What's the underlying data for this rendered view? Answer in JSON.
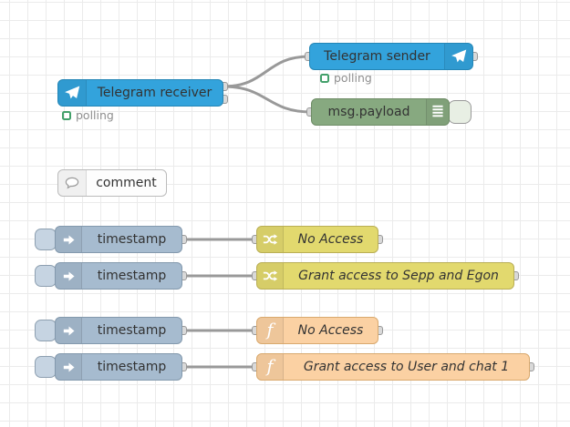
{
  "app": {
    "name": "Node-RED flow editor canvas"
  },
  "colors": {
    "telegram_blue": "#33a3dc",
    "debug_green": "#87a980",
    "inject_gray_blue": "#a6bbcf",
    "switch_yellow": "#e2d96e",
    "function_orange": "#fbd1a3",
    "wire_gray": "#999999",
    "status_green": "#42a06a",
    "grid_line": "#ebebeb"
  },
  "nodes": {
    "receiver": {
      "type": "telegram receiver",
      "label": "Telegram receiver",
      "status": "polling",
      "icon": "telegram-plane-icon",
      "outputs": 2
    },
    "sender": {
      "type": "telegram sender",
      "label": "Telegram sender",
      "status": "polling",
      "icon": "telegram-plane-icon",
      "outputs": 1
    },
    "debug": {
      "type": "debug",
      "label": "msg.payload",
      "icon": "list-icon"
    },
    "comment": {
      "type": "comment",
      "label": "comment",
      "icon": "speech-bubble-icon"
    },
    "inject1": {
      "type": "inject",
      "label": "timestamp",
      "icon": "arrow-right-icon"
    },
    "inject2": {
      "type": "inject",
      "label": "timestamp",
      "icon": "arrow-right-icon"
    },
    "inject3": {
      "type": "inject",
      "label": "timestamp",
      "icon": "arrow-right-icon"
    },
    "inject4": {
      "type": "inject",
      "label": "timestamp",
      "icon": "arrow-right-icon"
    },
    "switch1": {
      "type": "switch",
      "label": "No Access",
      "icon": "shuffle-icon"
    },
    "switch2": {
      "type": "switch",
      "label": "Grant access to Sepp and Egon",
      "icon": "shuffle-icon"
    },
    "function1": {
      "type": "function",
      "label": "No Access",
      "icon": "function-f-icon"
    },
    "function2": {
      "type": "function",
      "label": "Grant access to User and chat 1",
      "icon": "function-f-icon"
    }
  },
  "connections": [
    {
      "from": "receiver:out1",
      "to": "sender:in"
    },
    {
      "from": "receiver:out1",
      "to": "debug:in"
    },
    {
      "from": "inject1:out",
      "to": "switch1:in"
    },
    {
      "from": "inject2:out",
      "to": "switch2:in"
    },
    {
      "from": "inject3:out",
      "to": "function1:in"
    },
    {
      "from": "inject4:out",
      "to": "function2:in"
    }
  ]
}
